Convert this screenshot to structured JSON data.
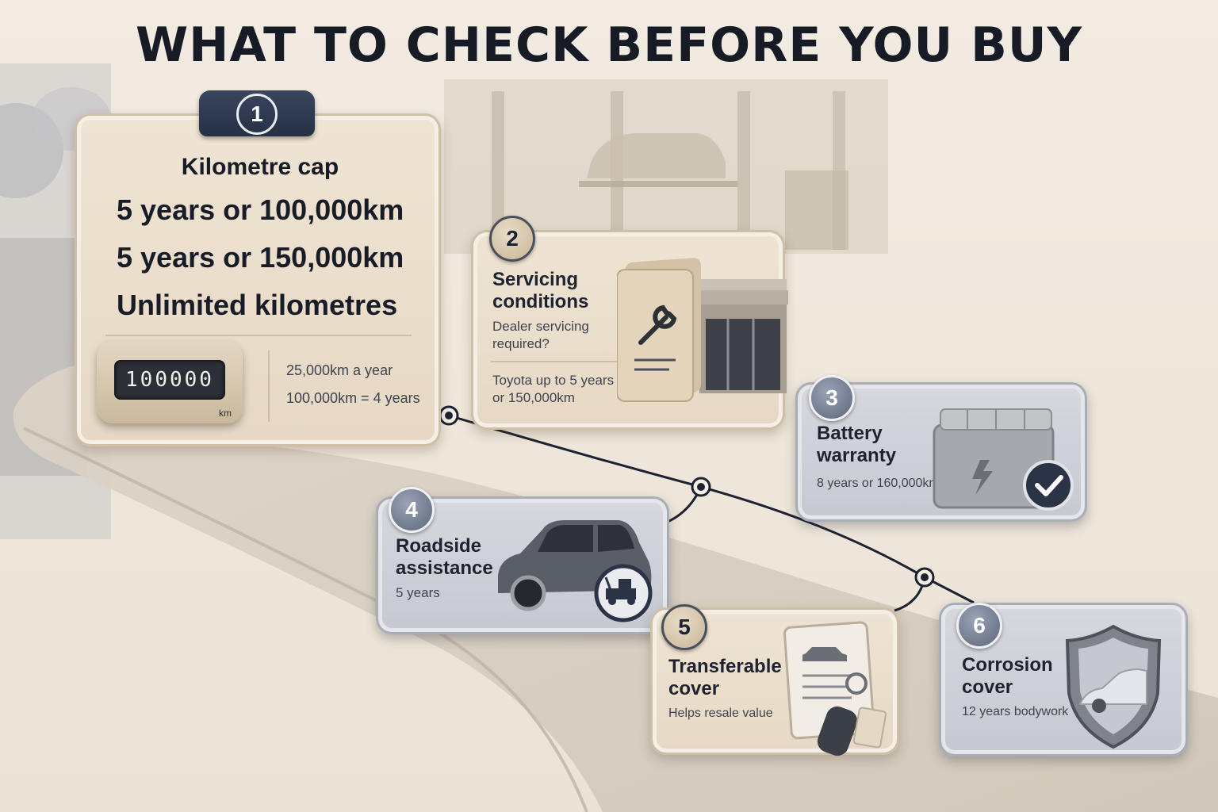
{
  "title": "WHAT TO CHECK BEFORE YOU BUY",
  "steps": [
    {
      "number": "1",
      "heading": "Kilometre cap",
      "options": [
        "5 years or 100,000km",
        "5 years or 150,000km",
        "Unlimited kilometres"
      ],
      "odometer": "100000",
      "odometer_unit": "km",
      "note_1": "25,000km a year",
      "note_2": "100,000km = 4 years"
    },
    {
      "number": "2",
      "heading_1": "Servicing",
      "heading_2": "conditions",
      "sub_1": "Dealer servicing",
      "sub_2": "required?",
      "detail_1": "Toyota up to 5 years",
      "detail_2": "or 150,000km"
    },
    {
      "number": "3",
      "heading_1": "Battery",
      "heading_2": "warranty",
      "sub": "8 years or 160,000km"
    },
    {
      "number": "4",
      "heading_1": "Roadside",
      "heading_2": "assistance",
      "sub": "5 years"
    },
    {
      "number": "5",
      "heading_1": "Transferable",
      "heading_2": "cover",
      "sub": "Helps resale value"
    },
    {
      "number": "6",
      "heading_1": "Corrosion",
      "heading_2": "cover",
      "sub": "12 years bodywork"
    }
  ],
  "icons": [
    "odometer-icon",
    "service-book-icon",
    "dealership-building-icon",
    "battery-icon",
    "checkmark-icon",
    "suv-icon",
    "tow-truck-icon",
    "document-icon",
    "car-key-icon",
    "shield-icon"
  ],
  "colors": {
    "navy": "#263045",
    "beige": "#e9dcc9",
    "grey": "#cacdd4",
    "text": "#1d2230"
  }
}
